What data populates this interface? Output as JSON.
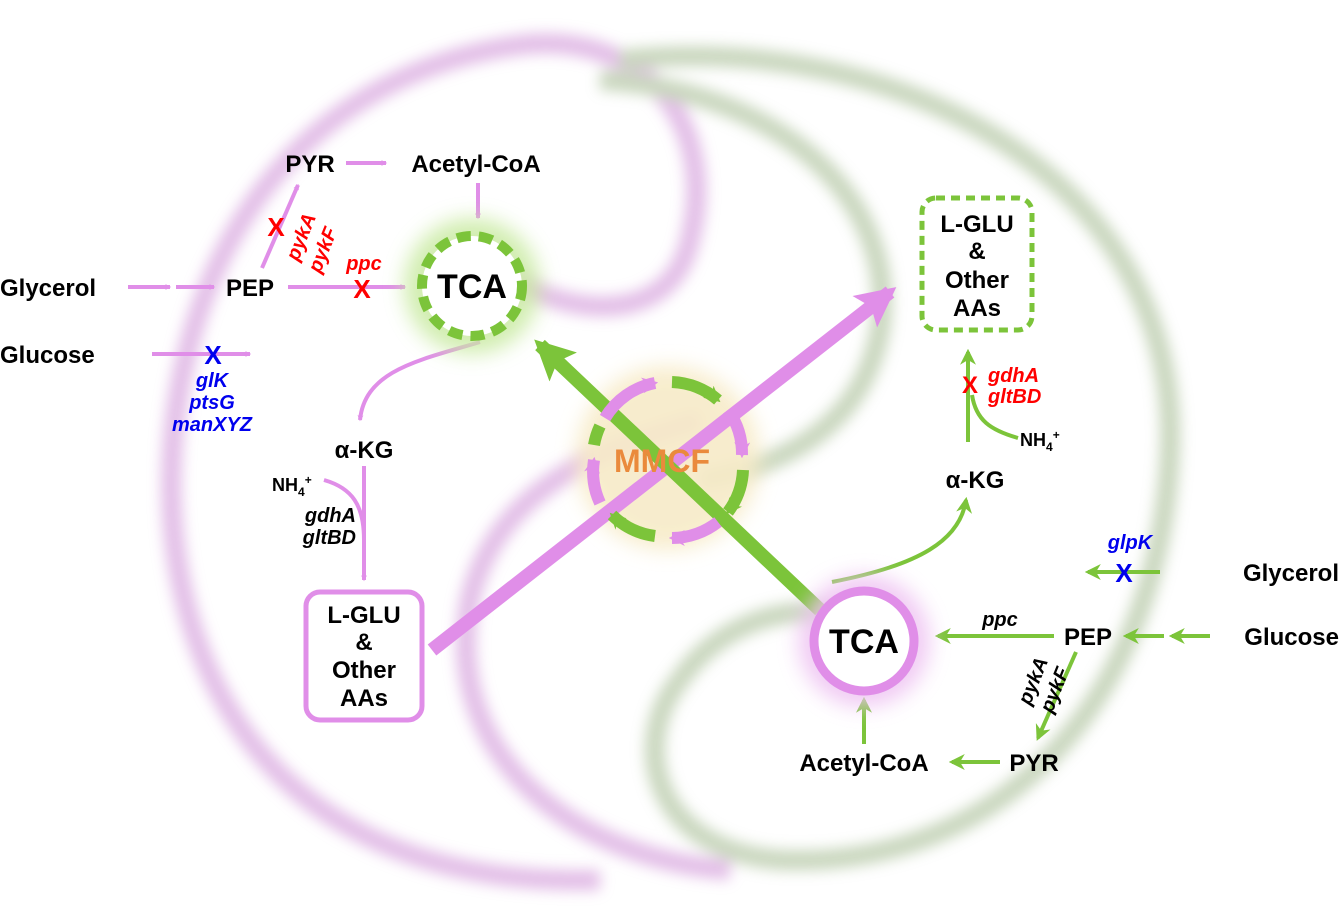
{
  "colors": {
    "pink": "#e08ee8",
    "pink_dark": "#d070dc",
    "green": "#7cc43a",
    "red": "#ff0000",
    "blue": "#0000ee",
    "orange": "#ea8a3c",
    "center_fill": "#f7ebc8"
  },
  "center": {
    "label": "MMCF"
  },
  "left": {
    "pyr": "PYR",
    "acetyl_coa": "Acetyl-CoA",
    "glycerol": "Glycerol",
    "pep": "PEP",
    "glucose": "Glucose",
    "tca": "TCA",
    "gene_pykA": "pykA",
    "gene_pykF": "pykF",
    "gene_ppc": "ppc",
    "gene_glk": "glK",
    "gene_ptsG": "ptsG",
    "gene_manXYZ": "manXYZ",
    "akg": "α-KG",
    "nh4": "NH",
    "nh4_sub": "4",
    "nh4_sup": "+",
    "gene_gdhA": "gdhA",
    "gene_gltBD": "gltBD",
    "product_line1": "L-GLU",
    "product_line2": "&",
    "product_line3": "Other",
    "product_line4": "AAs"
  },
  "right": {
    "product_line1": "L-GLU",
    "product_line2": "&",
    "product_line3": "Other",
    "product_line4": "AAs",
    "gene_gdhA": "gdhA",
    "gene_gltBD": "gltBD",
    "nh4": "NH",
    "nh4_sub": "4",
    "nh4_sup": "+",
    "akg": "α-KG",
    "gene_glpK": "glpK",
    "glycerol": "Glycerol",
    "tca": "TCA",
    "gene_ppc": "ppc",
    "pep": "PEP",
    "glucose": "Glucose",
    "gene_pykA": "pykA",
    "gene_pykF": "pykF",
    "acetyl_coa": "Acetyl-CoA",
    "pyr": "PYR"
  },
  "x_mark": "X"
}
